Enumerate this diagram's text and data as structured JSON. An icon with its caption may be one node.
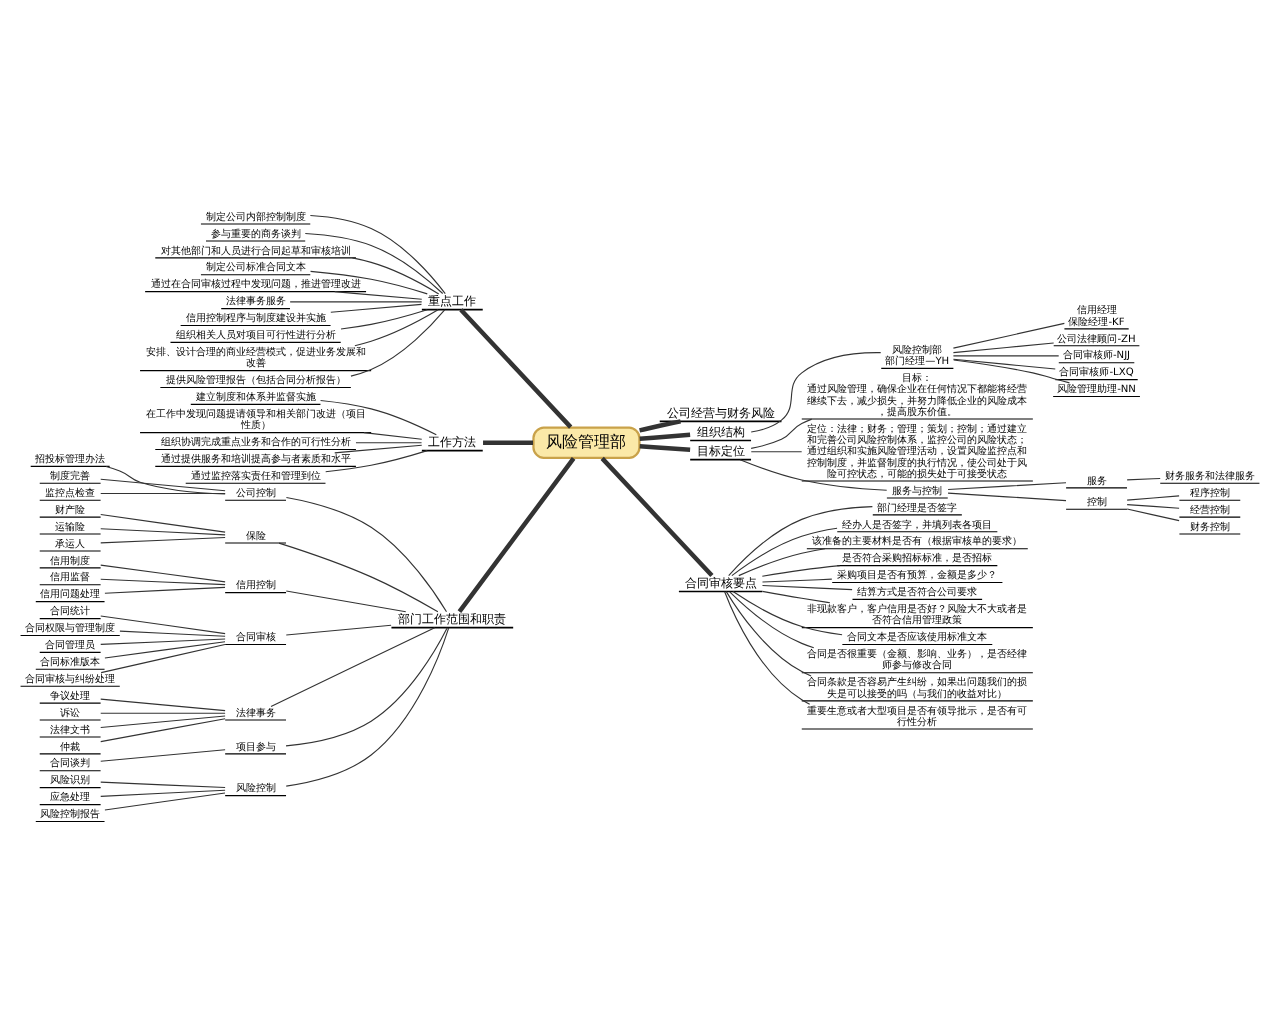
{
  "diagram": {
    "nodes": [
      {
        "text": [
          "风险管理部"
        ]
      },
      {
        "text": [
          "重点工作"
        ]
      },
      {
        "text": [
          "制定公司内部控制制度"
        ]
      },
      {
        "text": [
          "参与重要的商务谈判"
        ]
      },
      {
        "text": [
          "对其他部门和人员进行合同起草和审核培训"
        ]
      },
      {
        "text": [
          "制定公司标准合同文本"
        ]
      },
      {
        "text": [
          "通过在合同审核过程中发现问题，推进管理改进"
        ]
      },
      {
        "text": [
          "法律事务服务"
        ]
      },
      {
        "text": [
          "信用控制程序与制度建设并实施"
        ]
      },
      {
        "text": [
          "组织相关人员对项目可行性进行分析"
        ]
      },
      {
        "text": [
          "安排、设计合理的商业经营模式，促进业务发展和改善"
        ]
      },
      {
        "text": [
          "提供风险管理报告（包括合同分析报告）"
        ]
      },
      {
        "text": [
          "公司经营与财务风险"
        ]
      },
      {
        "text": [
          "组织结构"
        ]
      },
      {
        "text": [
          "风险控制部",
          "部门经理—YH"
        ]
      },
      {
        "text": [
          "信用经理",
          "保险经理-KF"
        ]
      },
      {
        "text": [
          "公司法律顾问-ZH"
        ]
      },
      {
        "text": [
          "合同审核师-NJJ"
        ]
      },
      {
        "text": [
          "合同审核师-LXQ"
        ]
      },
      {
        "text": [
          "风险管理助理-NN"
        ]
      },
      {
        "text": [
          "工作方法"
        ]
      },
      {
        "text": [
          "建立制度和体系并监督实施"
        ]
      },
      {
        "text": [
          "在工作中发现问题提请领导和相关部门改进（项目性质）"
        ]
      },
      {
        "text": [
          "组织协调完成重点业务和合作的可行性分析"
        ]
      },
      {
        "text": [
          "通过提供服务和培训提高参与者素质和水平"
        ]
      },
      {
        "text": [
          "通过监控落实责任和管理到位"
        ]
      },
      {
        "text": [
          "目标定位"
        ]
      },
      {
        "text": [
          "目标：",
          "通过风险管理，确保企业在任何情况下都能将经营继续下去，减少损失，并努力降低企业的风险成本，提高股东价值。"
        ]
      },
      {
        "text": [
          "定位：法律；财务；管理；策划；控制；通过建立和完善公司风险控制体系，监控公司的风险状态；通过组织和实施风险管理活动，设置风险监控点和控制制度，并监督制度的执行情况，使公司处于风险可控状态，可能的损失处于可接受状态"
        ]
      },
      {
        "text": [
          "服务与控制"
        ]
      },
      {
        "text": [
          "服务"
        ]
      },
      {
        "text": [
          "财务服务和法律服务"
        ]
      },
      {
        "text": [
          "控制"
        ]
      },
      {
        "text": [
          "程序控制"
        ]
      },
      {
        "text": [
          "经营控制"
        ]
      },
      {
        "text": [
          "财务控制"
        ]
      },
      {
        "text": [
          "部门工作范围和职责"
        ]
      },
      {
        "text": [
          "公司控制"
        ]
      },
      {
        "text": [
          "招投标管理办法"
        ]
      },
      {
        "text": [
          "制度完善"
        ]
      },
      {
        "text": [
          "监控点检查"
        ]
      },
      {
        "text": [
          "保险"
        ]
      },
      {
        "text": [
          "财产险"
        ]
      },
      {
        "text": [
          "运输险"
        ]
      },
      {
        "text": [
          "承运人"
        ]
      },
      {
        "text": [
          "信用控制"
        ]
      },
      {
        "text": [
          "信用制度"
        ]
      },
      {
        "text": [
          "信用监督"
        ]
      },
      {
        "text": [
          "信用问题处理"
        ]
      },
      {
        "text": [
          "合同审核"
        ]
      },
      {
        "text": [
          "合同统计"
        ]
      },
      {
        "text": [
          "合同权限与管理制度"
        ]
      },
      {
        "text": [
          "合同管理员"
        ]
      },
      {
        "text": [
          "合同标准版本"
        ]
      },
      {
        "text": [
          "合同审核与纠纷处理"
        ]
      },
      {
        "text": [
          "法律事务"
        ]
      },
      {
        "text": [
          "争议处理"
        ]
      },
      {
        "text": [
          "诉讼"
        ]
      },
      {
        "text": [
          "法律文书"
        ]
      },
      {
        "text": [
          "仲裁"
        ]
      },
      {
        "text": [
          "项目参与"
        ]
      },
      {
        "text": [
          "合同谈判"
        ]
      },
      {
        "text": [
          "风险控制"
        ]
      },
      {
        "text": [
          "风险识别"
        ]
      },
      {
        "text": [
          "应急处理"
        ]
      },
      {
        "text": [
          "风险控制报告"
        ]
      },
      {
        "text": [
          "合同审核要点"
        ]
      },
      {
        "text": [
          "部门经理是否签字"
        ]
      },
      {
        "text": [
          "经办人是否签字，并填列表各项目"
        ]
      },
      {
        "text": [
          "该准备的主要材料是否有（根据审核单的要求）"
        ]
      },
      {
        "text": [
          "是否符合采购招标标准，是否招标"
        ]
      },
      {
        "text": [
          "采购项目是否有预算，金额是多少？"
        ]
      },
      {
        "text": [
          "结算方式是否符合公司要求"
        ]
      },
      {
        "text": [
          "非现款客户，客户信用是否好？风险大不大或者是否符合信用管理政策"
        ]
      },
      {
        "text": [
          "合同文本是否应该使用标准文本"
        ]
      },
      {
        "text": [
          "合同是否很重要（金额、影响、业务），是否经律师参与修改合同"
        ]
      },
      {
        "text": [
          "合同条款是否容易产生纠纷，如果出问题我们的损失是可以接受的吗（与我们的收益对比）"
        ]
      },
      {
        "text": [
          "重要生意或者大型项目是否有领导批示，是否有可行性分析"
        ]
      }
    ],
    "edges": [
      {
        "from": 0,
        "to": 1,
        "arrow": "none",
        "style": "thick"
      },
      {
        "from": 1,
        "to": 2,
        "arrow": "none"
      },
      {
        "from": 1,
        "to": 3,
        "arrow": "none"
      },
      {
        "from": 1,
        "to": 4,
        "arrow": "none"
      },
      {
        "from": 1,
        "to": 5,
        "arrow": "none"
      },
      {
        "from": 1,
        "to": 6,
        "arrow": "none"
      },
      {
        "from": 1,
        "to": 7,
        "arrow": "none"
      },
      {
        "from": 1,
        "to": 8,
        "arrow": "none"
      },
      {
        "from": 1,
        "to": 9,
        "arrow": "none"
      },
      {
        "from": 1,
        "to": 10,
        "arrow": "none"
      },
      {
        "from": 1,
        "to": 11,
        "arrow": "none"
      },
      {
        "from": 0,
        "to": 12,
        "arrow": "none",
        "style": "thick"
      },
      {
        "from": 0,
        "to": 13,
        "arrow": "none",
        "style": "thick"
      },
      {
        "from": 13,
        "to": 14,
        "arrow": "none"
      },
      {
        "from": 14,
        "to": 15,
        "arrow": "none"
      },
      {
        "from": 14,
        "to": 16,
        "arrow": "none"
      },
      {
        "from": 14,
        "to": 17,
        "arrow": "none"
      },
      {
        "from": 14,
        "to": 18,
        "arrow": "none"
      },
      {
        "from": 14,
        "to": 19,
        "arrow": "none"
      },
      {
        "from": 0,
        "to": 20,
        "arrow": "none",
        "style": "thick"
      },
      {
        "from": 20,
        "to": 21,
        "arrow": "none"
      },
      {
        "from": 20,
        "to": 22,
        "arrow": "none"
      },
      {
        "from": 20,
        "to": 23,
        "arrow": "none"
      },
      {
        "from": 20,
        "to": 24,
        "arrow": "none"
      },
      {
        "from": 20,
        "to": 25,
        "arrow": "none"
      },
      {
        "from": 0,
        "to": 26,
        "arrow": "none",
        "style": "thick"
      },
      {
        "from": 26,
        "to": 27,
        "arrow": "none"
      },
      {
        "from": 26,
        "to": 28,
        "arrow": "none"
      },
      {
        "from": 26,
        "to": 29,
        "arrow": "none"
      },
      {
        "from": 29,
        "to": 30,
        "arrow": "none"
      },
      {
        "from": 30,
        "to": 31,
        "arrow": "none"
      },
      {
        "from": 29,
        "to": 32,
        "arrow": "none"
      },
      {
        "from": 32,
        "to": 33,
        "arrow": "none"
      },
      {
        "from": 32,
        "to": 34,
        "arrow": "none"
      },
      {
        "from": 32,
        "to": 35,
        "arrow": "none"
      },
      {
        "from": 0,
        "to": 36,
        "arrow": "none",
        "style": "thick"
      },
      {
        "from": 36,
        "to": 37,
        "arrow": "none"
      },
      {
        "from": 37,
        "to": 38,
        "arrow": "none"
      },
      {
        "from": 37,
        "to": 39,
        "arrow": "none"
      },
      {
        "from": 37,
        "to": 40,
        "arrow": "none"
      },
      {
        "from": 36,
        "to": 41,
        "arrow": "none"
      },
      {
        "from": 41,
        "to": 42,
        "arrow": "none"
      },
      {
        "from": 41,
        "to": 43,
        "arrow": "none"
      },
      {
        "from": 41,
        "to": 44,
        "arrow": "none"
      },
      {
        "from": 36,
        "to": 45,
        "arrow": "none"
      },
      {
        "from": 45,
        "to": 46,
        "arrow": "none"
      },
      {
        "from": 45,
        "to": 47,
        "arrow": "none"
      },
      {
        "from": 45,
        "to": 48,
        "arrow": "none"
      },
      {
        "from": 36,
        "to": 49,
        "arrow": "none"
      },
      {
        "from": 49,
        "to": 50,
        "arrow": "none"
      },
      {
        "from": 49,
        "to": 51,
        "arrow": "none"
      },
      {
        "from": 49,
        "to": 52,
        "arrow": "none"
      },
      {
        "from": 49,
        "to": 53,
        "arrow": "none"
      },
      {
        "from": 49,
        "to": 54,
        "arrow": "none"
      },
      {
        "from": 36,
        "to": 55,
        "arrow": "none"
      },
      {
        "from": 55,
        "to": 56,
        "arrow": "none"
      },
      {
        "from": 55,
        "to": 57,
        "arrow": "none"
      },
      {
        "from": 55,
        "to": 58,
        "arrow": "none"
      },
      {
        "from": 55,
        "to": 59,
        "arrow": "none"
      },
      {
        "from": 36,
        "to": 60,
        "arrow": "none"
      },
      {
        "from": 60,
        "to": 61,
        "arrow": "none"
      },
      {
        "from": 36,
        "to": 62,
        "arrow": "none"
      },
      {
        "from": 62,
        "to": 63,
        "arrow": "none"
      },
      {
        "from": 62,
        "to": 64,
        "arrow": "none"
      },
      {
        "from": 62,
        "to": 65,
        "arrow": "none"
      },
      {
        "from": 0,
        "to": 66,
        "arrow": "none",
        "style": "thick"
      },
      {
        "from": 66,
        "to": 67,
        "arrow": "none"
      },
      {
        "from": 66,
        "to": 68,
        "arrow": "none"
      },
      {
        "from": 66,
        "to": 69,
        "arrow": "none"
      },
      {
        "from": 66,
        "to": 70,
        "arrow": "none"
      },
      {
        "from": 66,
        "to": 71,
        "arrow": "none"
      },
      {
        "from": 66,
        "to": 72,
        "arrow": "none"
      },
      {
        "from": 66,
        "to": 73,
        "arrow": "none"
      },
      {
        "from": 66,
        "to": 74,
        "arrow": "none"
      },
      {
        "from": 66,
        "to": 75,
        "arrow": "none"
      },
      {
        "from": 66,
        "to": 76,
        "arrow": "none"
      },
      {
        "from": 66,
        "to": 77,
        "arrow": "none"
      }
    ]
  }
}
